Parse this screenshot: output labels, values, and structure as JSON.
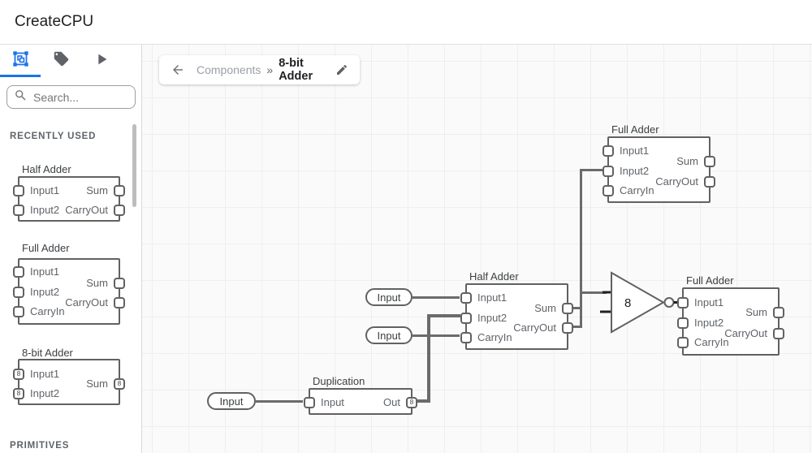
{
  "header": {
    "title": "CreateCPU"
  },
  "colors": {
    "accent": "#1a73e8",
    "wire": "#6b6b6b",
    "node_border": "#616161",
    "canvas_bg": "#fafafa"
  },
  "sidebar": {
    "tabs": [
      {
        "name": "components",
        "icon": "components-icon",
        "active": true
      },
      {
        "name": "tags",
        "icon": "tag-icon",
        "active": false
      },
      {
        "name": "run",
        "icon": "play-icon",
        "active": false
      }
    ],
    "search_placeholder": "Search...",
    "recently_used_label": "RECENTLY USED",
    "primitives_label": "PRIMITIVES",
    "previews": [
      {
        "title": "Half Adder",
        "left_ports": [
          {
            "label": "Input1"
          },
          {
            "label": "Input2"
          }
        ],
        "right_ports": [
          {
            "label": "Sum"
          },
          {
            "label": "CarryOut"
          }
        ]
      },
      {
        "title": "Full Adder",
        "left_ports": [
          {
            "label": "Input1"
          },
          {
            "label": "Input2"
          },
          {
            "label": "CarryIn"
          }
        ],
        "right_ports": [
          {
            "label": "Sum"
          },
          {
            "label": "CarryOut"
          }
        ]
      },
      {
        "title": "8-bit Adder",
        "left_ports": [
          {
            "label": "Input1",
            "badge": "8"
          },
          {
            "label": "Input2",
            "badge": "8"
          }
        ],
        "right_ports": [
          {
            "label": "Sum",
            "badge": "8"
          }
        ]
      }
    ]
  },
  "breadcrumb": {
    "parent": "Components",
    "separator": "»",
    "current": "8-bit Adder"
  },
  "canvas": {
    "input_pills": [
      {
        "label": "Input"
      },
      {
        "label": "Input"
      },
      {
        "label": "Input"
      }
    ],
    "nodes": {
      "full_adder_top": {
        "title": "Full Adder",
        "left_ports": [
          {
            "label": "Input1"
          },
          {
            "label": "Input2"
          },
          {
            "label": "CarryIn"
          }
        ],
        "right_ports": [
          {
            "label": "Sum"
          },
          {
            "label": "CarryOut"
          }
        ]
      },
      "half_adder": {
        "title": "Half Adder",
        "left_ports": [
          {
            "label": "Input1"
          },
          {
            "label": "Input2"
          },
          {
            "label": "CarryIn"
          }
        ],
        "right_ports": [
          {
            "label": "Sum"
          },
          {
            "label": "CarryOut"
          }
        ]
      },
      "full_adder_right": {
        "title": "Full Adder",
        "left_ports": [
          {
            "label": "Input1"
          },
          {
            "label": "Input2"
          },
          {
            "label": "CarryIn"
          }
        ],
        "right_ports": [
          {
            "label": "Sum"
          },
          {
            "label": "CarryOut"
          }
        ]
      },
      "duplication": {
        "title": "Duplication",
        "left_ports": [
          {
            "label": "Input"
          }
        ],
        "right_ports": [
          {
            "label": "Out",
            "badge": "8"
          }
        ]
      },
      "not_gate": {
        "bit_width": "8"
      }
    }
  }
}
